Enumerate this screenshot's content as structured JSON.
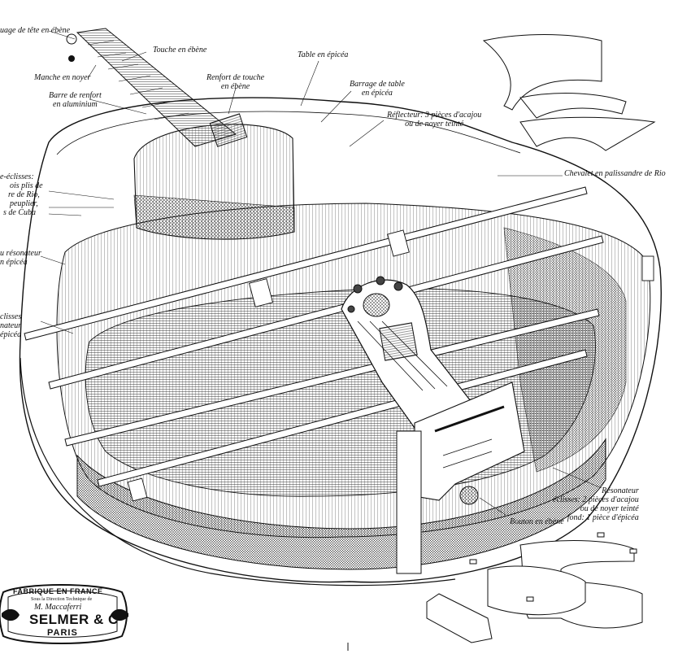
{
  "labels": {
    "headstock": "uage de tête en ébène",
    "fingerboard": "Touche en ébène",
    "neck": "Manche en noyer",
    "truss_rod": [
      "Barre de renfort",
      "en aluminium"
    ],
    "fingerboard_support": [
      "Renfort de touche",
      "en ébène"
    ],
    "top": "Table en épicéa",
    "top_bracing": [
      "Barrage de table",
      "en épicéa"
    ],
    "reflector": [
      "Réflecteur: 3 pièces d'acajou",
      "ou de noyer teinté"
    ],
    "bridge": "Chevalet en palissandre de Rio",
    "counter_ribs": [
      "e-éclisses:",
      "ois plis de",
      "re de Rio,",
      "peuplier,",
      "s de Cuba"
    ],
    "resonator_left": [
      "u résonateur",
      "n épicéa"
    ],
    "ribs_left": [
      "clisses",
      "nateur",
      "épicéa"
    ],
    "button": "Bouton en ébène",
    "resonator": [
      "Résonateur",
      "éclisses: 2 pièces d'acajou",
      "ou de noyer teinté",
      "fond: 1 pièce d'épicéa"
    ]
  },
  "logo": {
    "line1": "FABRIQUE EN FRANCE",
    "line2": "Sous la Direction Technique de",
    "line3": "M. Maccaferri",
    "line4": "SELMER & C",
    "line5": "PARIS"
  },
  "colors": {
    "ink": "#111111",
    "paper": "#ffffff"
  }
}
